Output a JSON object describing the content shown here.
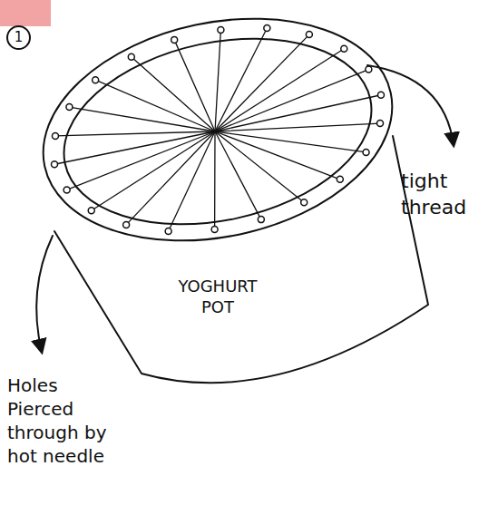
{
  "diagram": {
    "nodes": [
      {
        "text": [
          "1"
        ]
      }
    ],
    "labels": [
      "tight thread",
      "YOGHURT POT",
      "Holes Pierced through by hot needle"
    ]
  }
}
